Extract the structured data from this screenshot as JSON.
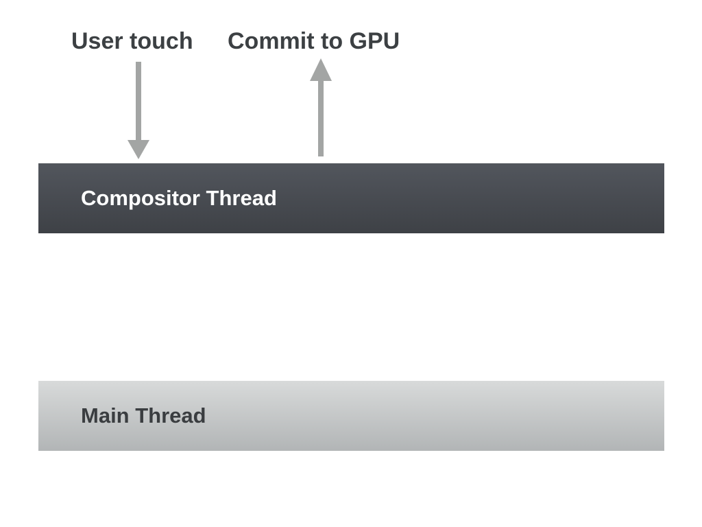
{
  "page": {
    "background_color": "#ffffff",
    "label_text_color": "#3c4043"
  },
  "labels": {
    "user_touch": "User touch",
    "commit_to_gpu": "Commit to GPU"
  },
  "arrows": {
    "user_touch": {
      "direction": "down",
      "color": "#a3a5a4",
      "points_to": "Compositor Thread"
    },
    "commit_to_gpu": {
      "direction": "up",
      "color": "#a3a5a4",
      "points_from": "Compositor Thread"
    }
  },
  "bars": {
    "compositor": {
      "label": "Compositor Thread",
      "text_color": "#ffffff",
      "gradient_top": "#52565d",
      "gradient_bottom": "#3e4146"
    },
    "main": {
      "label": "Main Thread",
      "text_color": "#3a3d40",
      "gradient_top": "#d8dada",
      "gradient_bottom": "#b2b5b6"
    }
  }
}
